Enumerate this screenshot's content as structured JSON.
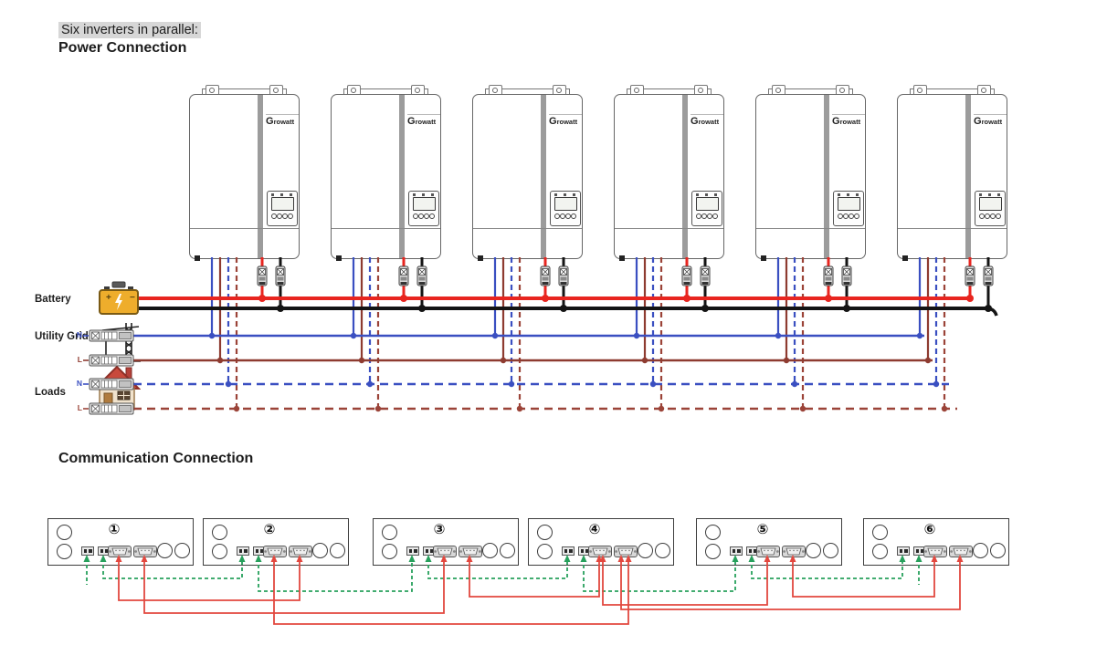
{
  "titles": {
    "section_highlight": "Six inverters in parallel:",
    "power": "Power Connection",
    "communication": "Communication Connection"
  },
  "inverter": {
    "brand": "Growatt",
    "count": 6
  },
  "power_rows": [
    {
      "label": "Battery",
      "icon": "battery-icon",
      "wires": [
        {
          "name": "battery-positive",
          "color": "#e8251f"
        },
        {
          "name": "battery-negative",
          "color": "#141414"
        }
      ]
    },
    {
      "label": "Utility Grid",
      "icon": "utility-grid-icon",
      "wires": [
        {
          "terminal": "N",
          "color": "#3a4fc1",
          "style": "solid"
        },
        {
          "terminal": "L",
          "color": "#8e3b30",
          "style": "solid"
        }
      ]
    },
    {
      "label": "Loads",
      "icon": "loads-icon",
      "wires": [
        {
          "terminal": "N",
          "color": "#3a4fc1",
          "style": "dashed"
        },
        {
          "terminal": "L",
          "color": "#9b4338",
          "style": "dashed"
        }
      ]
    }
  ],
  "communication": {
    "units": [
      {
        "number": "①"
      },
      {
        "number": "②"
      },
      {
        "number": "③"
      },
      {
        "number": "④"
      },
      {
        "number": "⑤"
      },
      {
        "number": "⑥"
      }
    ],
    "current_sharing_color": "#27a05c",
    "parallel_comm_color": "#e2483f",
    "sharing_links": [
      [
        "1.port2",
        "2.port1"
      ],
      [
        "2.port2",
        "3.port1"
      ],
      [
        "3.port2",
        "4.port1"
      ],
      [
        "4.port2",
        "5.port1"
      ],
      [
        "5.port2",
        "6.port1"
      ]
    ],
    "serial_links": [
      [
        "1.left",
        "2.right"
      ],
      [
        "1.right",
        "3.left"
      ],
      [
        "2.left",
        "4.right"
      ],
      [
        "3.right",
        "4.left"
      ],
      [
        "5.left",
        "4.left"
      ],
      [
        "5.right",
        "6.left"
      ],
      [
        "6.right",
        "4.right"
      ]
    ]
  }
}
